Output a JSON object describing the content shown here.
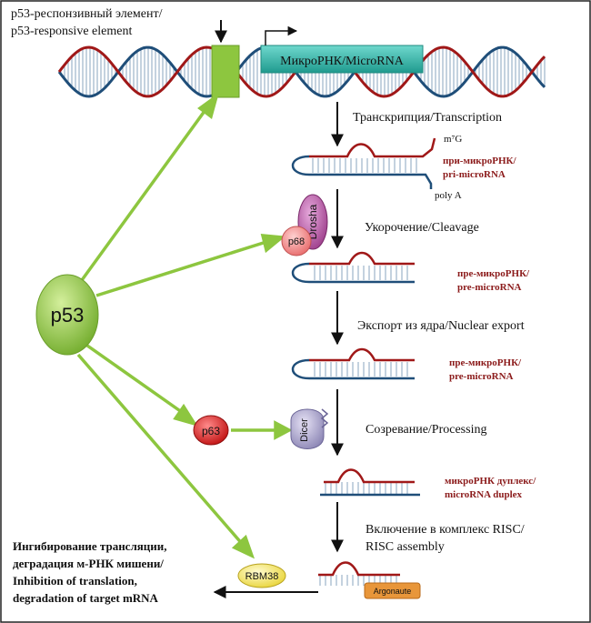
{
  "header": {
    "line1": "p53-респонзивный элемент/",
    "line2": "p53-responsive element"
  },
  "gene": {
    "label": "МикроРНК/MicroRNA"
  },
  "steps": [
    "Транскрипция/Transcription",
    "Укорочение/Cleavage",
    "Экспорт из ядра/Nuclear export",
    "Созревание/Processing",
    "Включение в комплекс RISC/",
    "RISC assembly"
  ],
  "products": {
    "pri1": "при-микроРНК/",
    "pri2": "pri-microRNA",
    "pre1a": "пре-микроРНК/",
    "pre1b": "pre-microRNA",
    "pre2a": "пре-микроРНК/",
    "pre2b": "pre-microRNA",
    "dup1": "микроРНК дуплекс/",
    "dup2": "microRNA duplex"
  },
  "cap": {
    "top": "m⁷G",
    "bottom": "poly A"
  },
  "proteins": {
    "p53": "p53",
    "p68": "p68",
    "drosha": "Drosha",
    "p63": "p63",
    "dicer": "Dicer",
    "rbm38": "RBM38",
    "argonaute": "Argonaute"
  },
  "outcome": {
    "l1": "Ингибирование трансляции,",
    "l2": "деградация м-РНК мишени/",
    "l3": "Inhibition of translation,",
    "l4": "degradation of target mRNA"
  },
  "colors": {
    "green": "#8dc63f",
    "darkred": "#8b1a1a",
    "navy": "#1f4e79",
    "teal": "#2bb3a6",
    "magenta": "#b0559e",
    "p68": "#f08a8a",
    "p63": "#d42020",
    "dicer": "#9a93c0",
    "rbm38": "#f6e56a",
    "argonaute": "#e8963a"
  }
}
